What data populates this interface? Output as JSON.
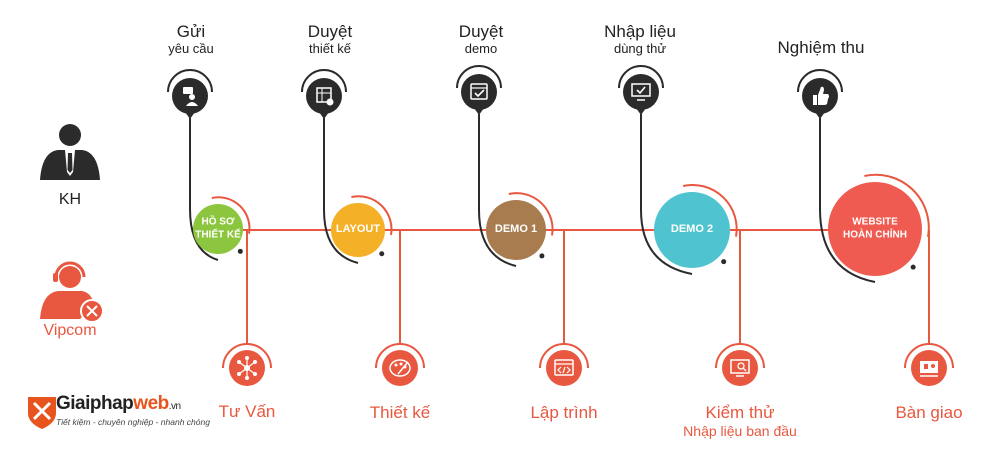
{
  "colors": {
    "line": "#e8573f",
    "dark": "#2b2b2b",
    "text": "#222222",
    "green": "#8cc63f",
    "yellow": "#f4b026",
    "brown": "#a97c50",
    "cyan": "#4fc3d0",
    "coral": "#ef5b50",
    "red": "#e8573f"
  },
  "roles": {
    "customer_label": "KH",
    "provider_label": "Vipcom"
  },
  "top_steps": [
    {
      "title": "Gửi",
      "subtitle": "yêu cầu",
      "icon": "request-person-icon"
    },
    {
      "title": "Duyệt",
      "subtitle": "thiết kế",
      "icon": "design-board-icon"
    },
    {
      "title": "Duyệt",
      "subtitle": "demo",
      "icon": "check-window-icon"
    },
    {
      "title": "Nhập liệu",
      "subtitle": "dùng thử",
      "icon": "monitor-check-icon"
    },
    {
      "title": "Nghiệm thu",
      "subtitle": "",
      "icon": "thumbs-up-icon"
    }
  ],
  "circles": [
    {
      "lines": [
        "HỒ SƠ",
        "THIẾT KẾ"
      ],
      "color": "green"
    },
    {
      "lines": [
        "LAYOUT"
      ],
      "color": "yellow"
    },
    {
      "lines": [
        "DEMO 1"
      ],
      "color": "brown"
    },
    {
      "lines": [
        "DEMO 2"
      ],
      "color": "cyan"
    },
    {
      "lines": [
        "WEBSITE",
        "HOÀN CHỈNH"
      ],
      "color": "coral"
    }
  ],
  "bottom_steps": [
    {
      "title": "Tư Vấn",
      "subtitle": "",
      "icon": "network-icon"
    },
    {
      "title": "Thiết kế",
      "subtitle": "",
      "icon": "palette-icon"
    },
    {
      "title": "Lập trình",
      "subtitle": "",
      "icon": "code-window-icon"
    },
    {
      "title": "Kiểm thử",
      "subtitle": "Nhập liệu ban đầu",
      "icon": "monitor-search-icon"
    },
    {
      "title": "Bàn giao",
      "subtitle": "",
      "icon": "handover-screen-icon"
    }
  ],
  "logo": {
    "brand_prefix": "Giaiphap",
    "brand_accent": "web",
    "brand_tld": ".vn",
    "slogan": "Tiết kiệm - chuyên nghiệp - nhanh chóng"
  }
}
